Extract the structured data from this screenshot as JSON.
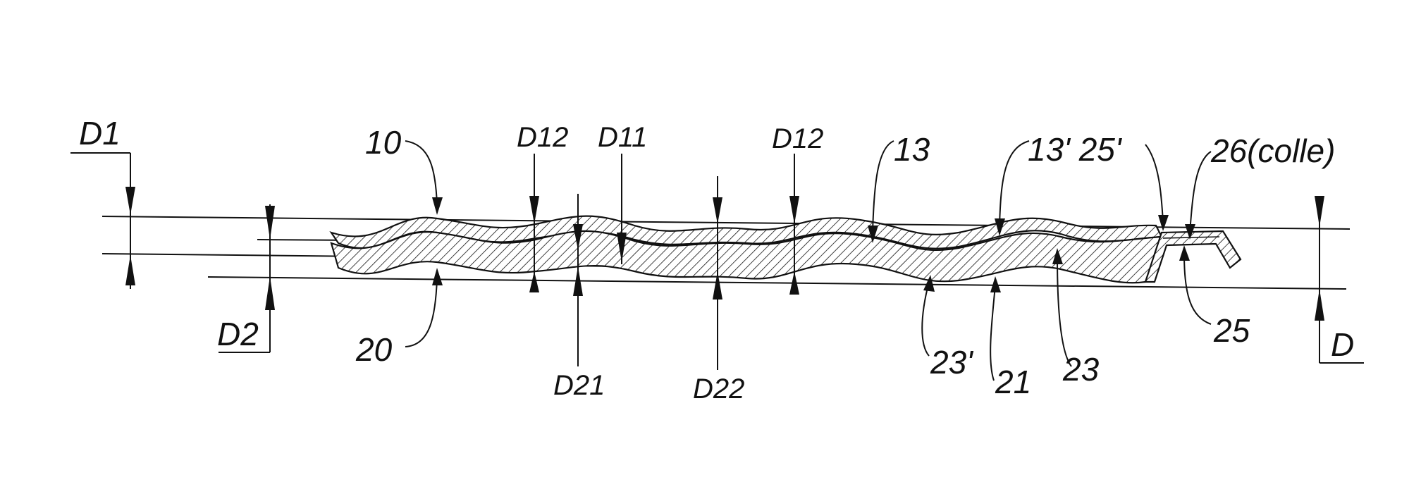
{
  "labels": {
    "d1": "D1",
    "d2": "D2",
    "d": "D",
    "ref10": "10",
    "ref20": "20",
    "ref13": "13",
    "ref13p_25p": "13' 25'",
    "ref26": "26(colle)",
    "ref25": "25",
    "ref23p": "23'",
    "ref21": "21",
    "ref23": "23",
    "d12_left": "D12",
    "d11": "D11",
    "d12_right": "D12",
    "d21": "D21",
    "d22": "D22"
  }
}
